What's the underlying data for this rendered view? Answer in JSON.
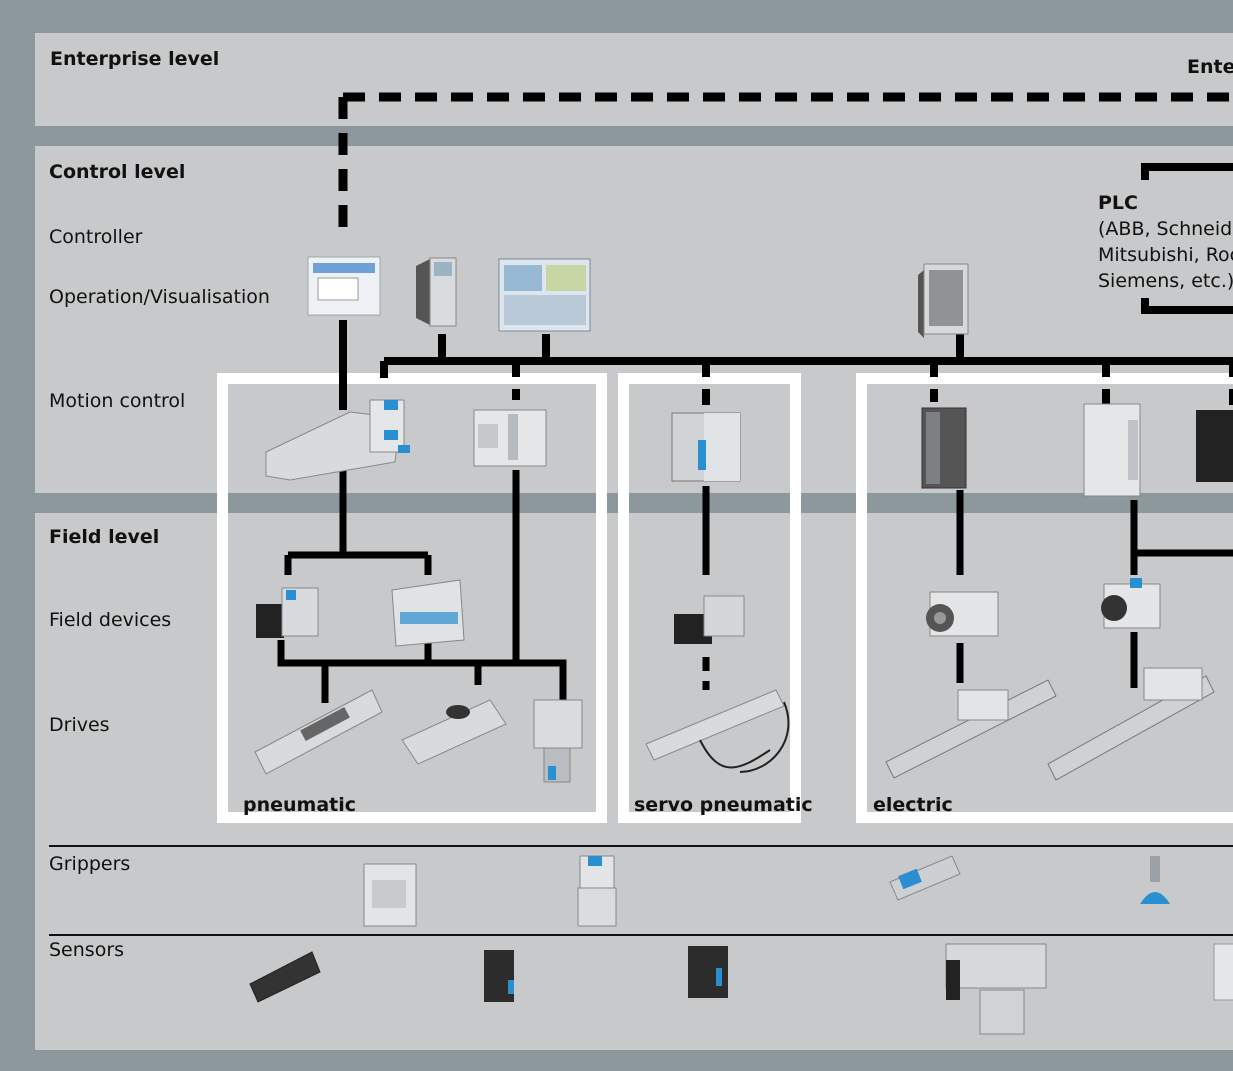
{
  "levels": {
    "enterprise": "Enterprise level",
    "enterprise_right": "Enter",
    "control": "Control level",
    "field": "Field level"
  },
  "rows": {
    "controller": "Controller",
    "operation": "Operation/Visualisation",
    "motion": "Motion control",
    "field_devices": "Field devices",
    "drives": "Drives",
    "grippers": "Grippers",
    "sensors": "Sensors"
  },
  "plc": {
    "title": "PLC",
    "line1": "(ABB, Schneide",
    "line2": "Mitsubishi, Roc",
    "line3": "Siemens, etc.)"
  },
  "groups": {
    "pneumatic": "pneumatic",
    "servo": "servo pneumatic",
    "electric": "electric"
  },
  "colors": {
    "background": "#8d989c",
    "band": "#c8c9ca",
    "frame": "#ffffff",
    "line": "#000000",
    "accent": "#2a8fd0"
  }
}
